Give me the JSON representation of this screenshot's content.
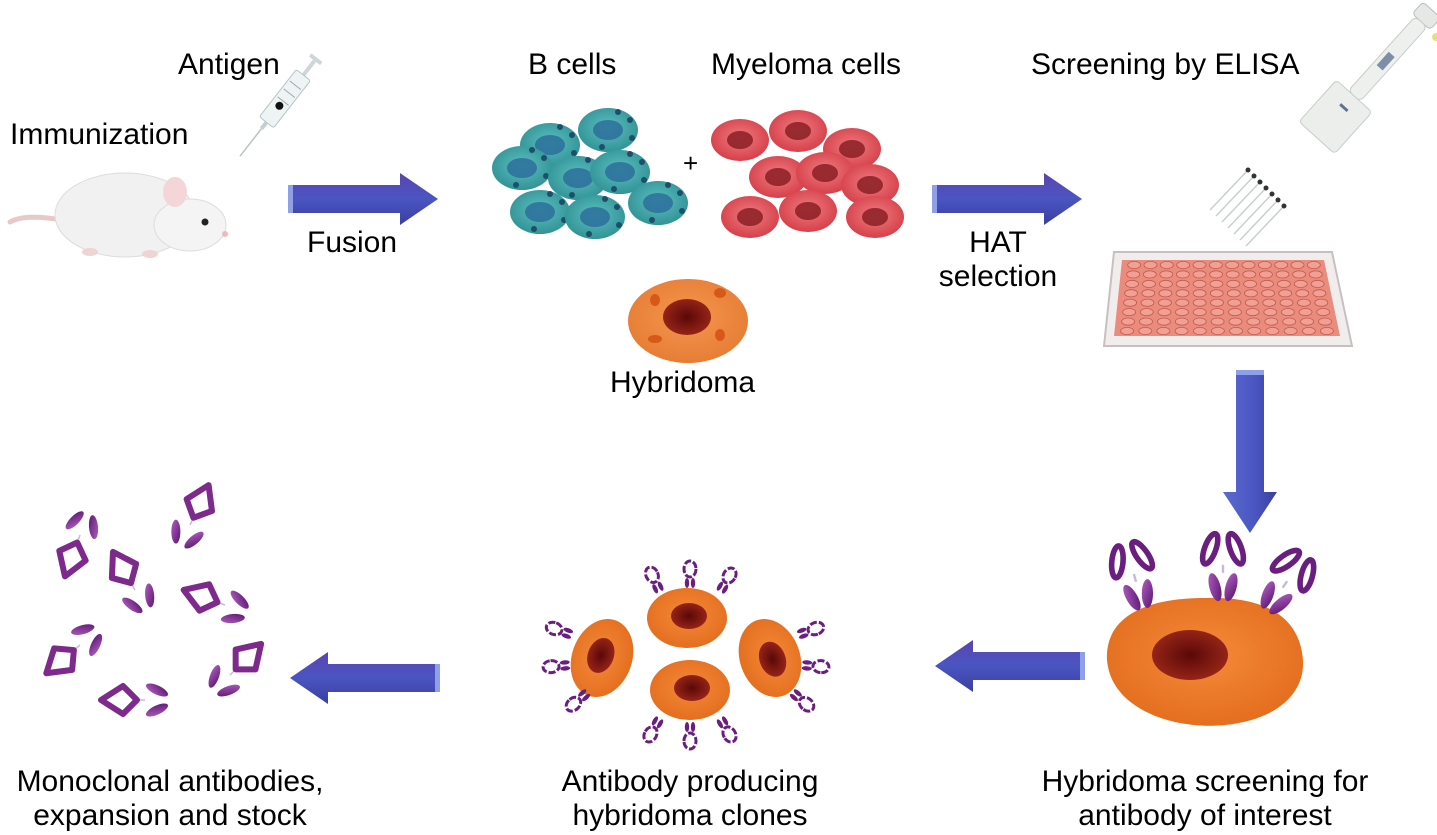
{
  "title": "Monoclonal antibody production workflow",
  "colors": {
    "arrow_fill": "#4a4fb8",
    "arrow_dark": "#2e2f88",
    "b_cell": "#3aa7a8",
    "b_cell_nucleus": "#2b6f9a",
    "myeloma_cell": "#e2555d",
    "myeloma_nucleus": "#8a1f24",
    "hybridoma": "#ee7a2a",
    "hybridoma_nucleus": "#7a1414",
    "antibody": "#7d2a8c"
  },
  "steps": {
    "immunization": {
      "label": "Immunization",
      "icon": "mouse-icon"
    },
    "antigen": {
      "label": "Antigen",
      "icon": "syringe-icon"
    },
    "fusion": {
      "label": "Fusion",
      "icon": "arrow-right-icon"
    },
    "b_cells": {
      "label": "B cells",
      "icon": "b-cell-icon"
    },
    "plus": {
      "label": "+"
    },
    "myeloma": {
      "label": "Myeloma cells",
      "icon": "myeloma-cell-icon"
    },
    "hybridoma": {
      "label": "Hybridoma",
      "icon": "hybridoma-cell-icon"
    },
    "hat": {
      "label_line1": "HAT",
      "label_line2": "selection",
      "icon": "arrow-right-icon"
    },
    "elisa": {
      "label": "Screening by ELISA",
      "icon": "multichannel-pipette-icon",
      "plate_icon": "well-plate-icon"
    },
    "screening": {
      "label_line1": "Hybridoma screening for",
      "label_line2": "antibody of interest",
      "icon": "hybridoma-antibody-icon"
    },
    "clones": {
      "label_line1": "Antibody producing",
      "label_line2": "hybridoma clones",
      "icon": "hybridoma-clones-icon"
    },
    "monoclonal": {
      "label_line1": "Monoclonal antibodies,",
      "label_line2": "expansion and stock",
      "icon": "antibodies-icon"
    }
  }
}
